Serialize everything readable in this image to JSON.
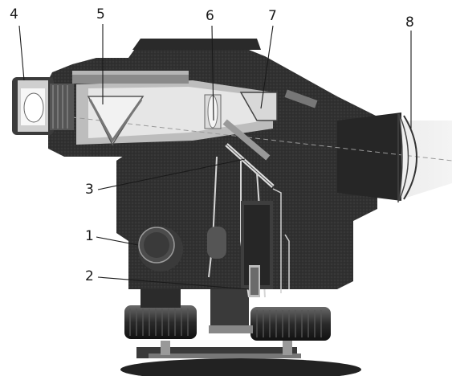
{
  "callouts": [
    {
      "id": "1",
      "label": "1"
    },
    {
      "id": "2",
      "label": "2"
    },
    {
      "id": "3",
      "label": "3"
    },
    {
      "id": "4",
      "label": "4"
    },
    {
      "id": "5",
      "label": "5"
    },
    {
      "id": "6",
      "label": "6"
    },
    {
      "id": "7",
      "label": "7"
    },
    {
      "id": "8",
      "label": "8"
    }
  ],
  "colors": {
    "housing": "#2f2f2f",
    "housing_light": "#5a5a5a",
    "metal": "#8a8a8a",
    "light_beam": "#e8e8e8",
    "background": "#ffffff",
    "ink": "#1a1a1a"
  }
}
